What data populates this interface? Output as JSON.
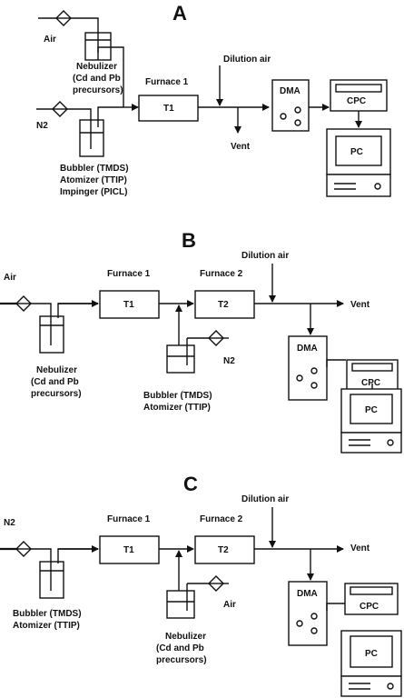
{
  "panel_a": {
    "letter": "A",
    "air": "Air",
    "nebulizer": [
      "Nebulizer",
      "(Cd and Pb",
      "precursors)"
    ],
    "n2": "N2",
    "bubbler": [
      "Bubbler (TMDS)",
      "Atomizer (TTIP)",
      "Impinger (PICL)"
    ],
    "furnace1": "Furnace 1",
    "t1": "T1",
    "dilution": "Dilution air",
    "vent": "Vent",
    "dma": "DMA",
    "cpc": "CPC",
    "pc": "PC"
  },
  "panel_b": {
    "letter": "B",
    "air": "Air",
    "dilution": "Dilution air",
    "furnace1": "Furnace 1",
    "furnace2": "Furnace 2",
    "t1": "T1",
    "t2": "T2",
    "vent": "Vent",
    "nebulizer": [
      "Nebulizer",
      "(Cd and Pb",
      "precursors)"
    ],
    "n2": "N2",
    "bubbler": [
      "Bubbler (TMDS)",
      "Atomizer (TTIP)"
    ],
    "dma": "DMA",
    "cpc": "CPC",
    "pc": "PC"
  },
  "panel_c": {
    "letter": "C",
    "n2": "N2",
    "dilution": "Dilution air",
    "furnace1": "Furnace 1",
    "furnace2": "Furnace 2",
    "t1": "T1",
    "t2": "T2",
    "vent": "Vent",
    "air": "Air",
    "bubbler": [
      "Bubbler (TMDS)",
      "Atomizer (TTIP)"
    ],
    "nebulizer": [
      "Nebulizer",
      "(Cd and Pb",
      "precursors)"
    ],
    "dma": "DMA",
    "cpc": "CPC",
    "pc": "PC"
  }
}
